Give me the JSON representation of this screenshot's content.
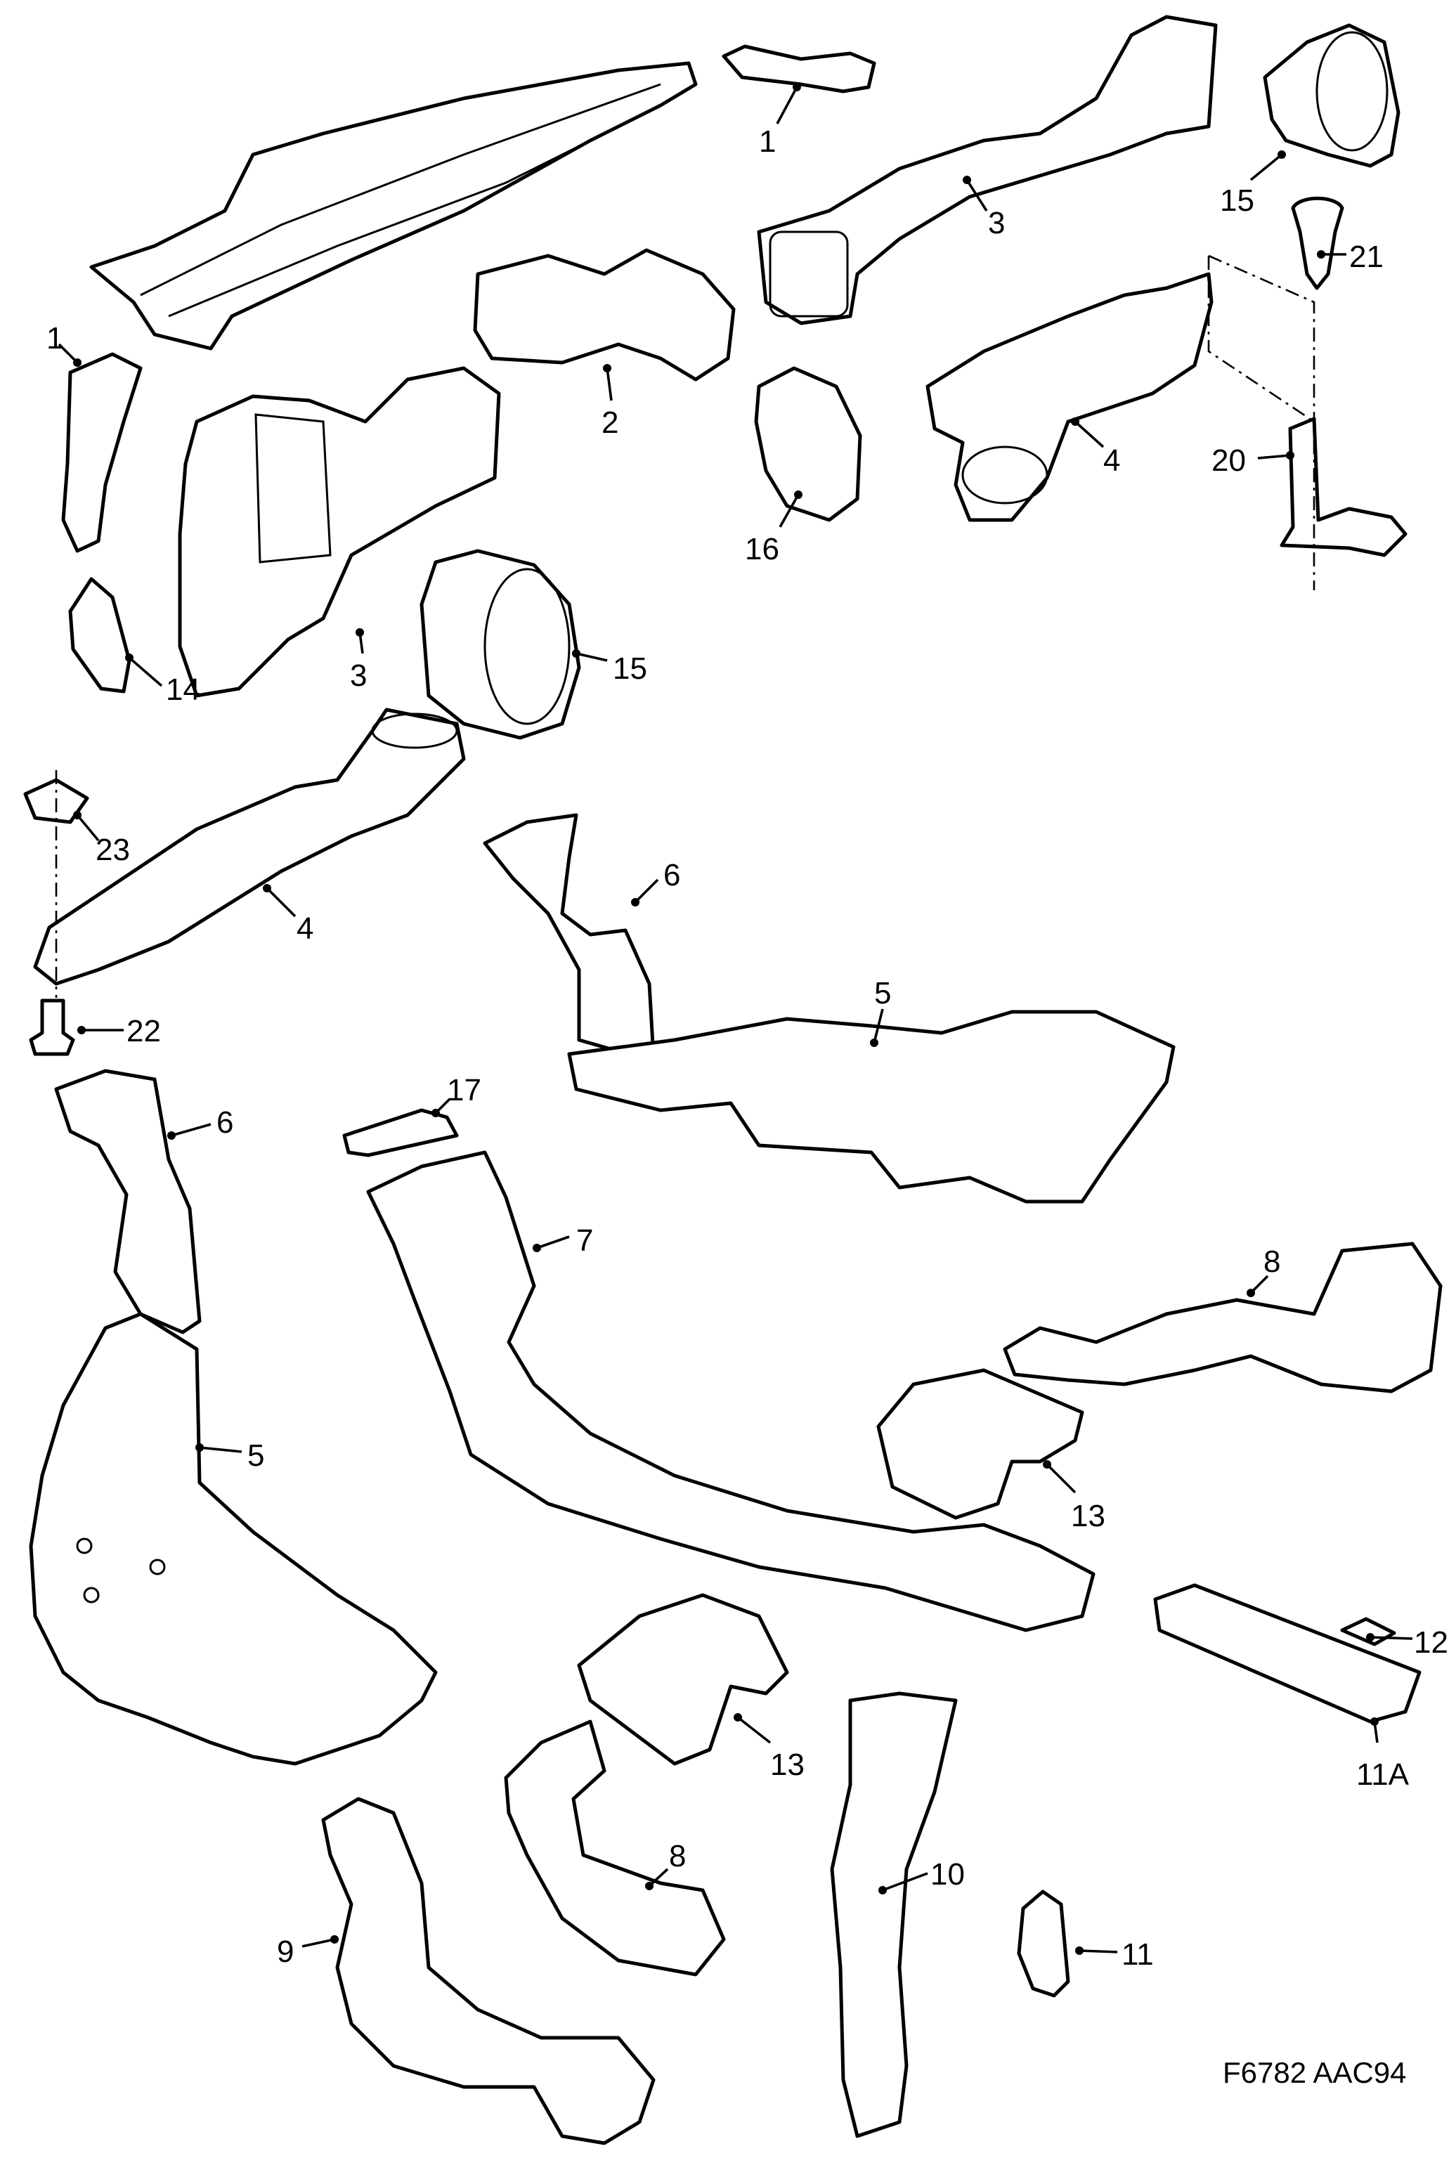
{
  "figure_reference": "F6782 AAC94",
  "callouts": [
    {
      "id": "c1a",
      "text": "1"
    },
    {
      "id": "c1b",
      "text": "1"
    },
    {
      "id": "c3a",
      "text": "3"
    },
    {
      "id": "c15a",
      "text": "15"
    },
    {
      "id": "c21",
      "text": "21"
    },
    {
      "id": "c2",
      "text": "2"
    },
    {
      "id": "c4a",
      "text": "4"
    },
    {
      "id": "c20",
      "text": "20"
    },
    {
      "id": "c16",
      "text": "16"
    },
    {
      "id": "c3b",
      "text": "3"
    },
    {
      "id": "c15b",
      "text": "15"
    },
    {
      "id": "c14",
      "text": "14"
    },
    {
      "id": "c23",
      "text": "23"
    },
    {
      "id": "c4b",
      "text": "4"
    },
    {
      "id": "c6a",
      "text": "6"
    },
    {
      "id": "c5a",
      "text": "5"
    },
    {
      "id": "c22",
      "text": "22"
    },
    {
      "id": "c17",
      "text": "17"
    },
    {
      "id": "c6b",
      "text": "6"
    },
    {
      "id": "c7",
      "text": "7"
    },
    {
      "id": "c8a",
      "text": "8"
    },
    {
      "id": "c5b",
      "text": "5"
    },
    {
      "id": "c13a",
      "text": "13"
    },
    {
      "id": "c12",
      "text": "12"
    },
    {
      "id": "c13b",
      "text": "13"
    },
    {
      "id": "c11A",
      "text": "11A"
    },
    {
      "id": "c8b",
      "text": "8"
    },
    {
      "id": "c10",
      "text": "10"
    },
    {
      "id": "c11",
      "text": "11"
    },
    {
      "id": "c9",
      "text": "9"
    }
  ]
}
